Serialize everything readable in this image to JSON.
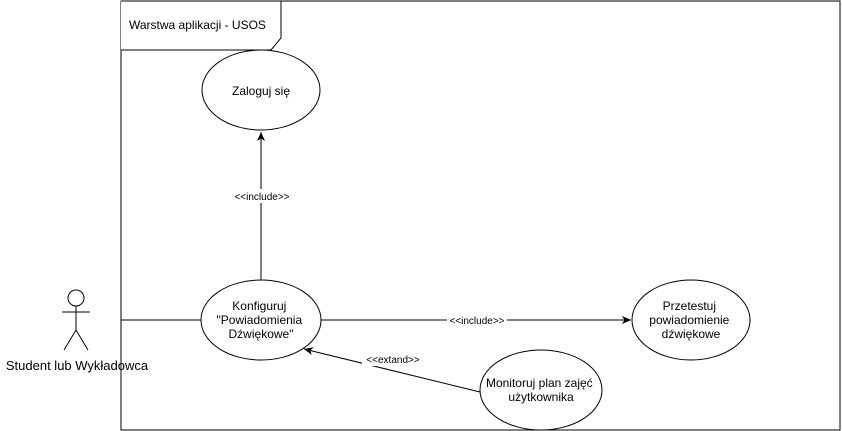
{
  "frame": {
    "title": "Warstwa aplikacji - USOS"
  },
  "actor": {
    "label": "Student lub Wykładowca"
  },
  "use_cases": {
    "login": {
      "lines": [
        "Zaloguj się"
      ]
    },
    "configure": {
      "lines": [
        "Konfiguruj",
        "\"Powiadomienia",
        "Dźwiękowe\""
      ]
    },
    "test": {
      "lines": [
        "Przetestuj",
        "powiadomienie",
        "dźwiękowe"
      ]
    },
    "monitor": {
      "lines": [
        "Monitoruj plan zajęć",
        "użytkownika"
      ]
    }
  },
  "relations": {
    "include_login": "<<include>>",
    "include_test": "<<include>>",
    "extend_monitor": "<<extand>>"
  },
  "colors": {
    "stroke": "#000000",
    "fill": "#ffffff"
  }
}
